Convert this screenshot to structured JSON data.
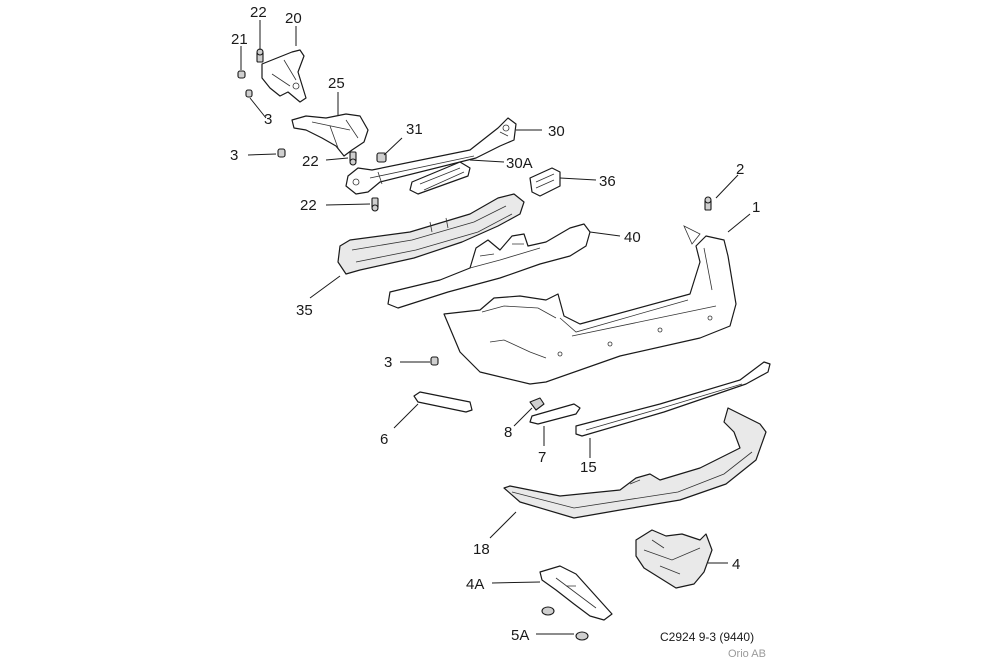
{
  "callouts": {
    "c1": "1",
    "c2": "2",
    "c3a": "3",
    "c3b": "3",
    "c3c": "3",
    "c4": "4",
    "c4a": "4A",
    "c5a": "5A",
    "c6": "6",
    "c7": "7",
    "c8": "8",
    "c15": "15",
    "c18": "18",
    "c20": "20",
    "c21": "21",
    "c22a": "22",
    "c22b": "22",
    "c22c": "22",
    "c25": "25",
    "c30": "30",
    "c30a": "30A",
    "c31": "31",
    "c35": "35",
    "c36": "36",
    "c40": "40"
  },
  "caption": "C2924 9-3 (9440)",
  "copyright": "Orio AB"
}
